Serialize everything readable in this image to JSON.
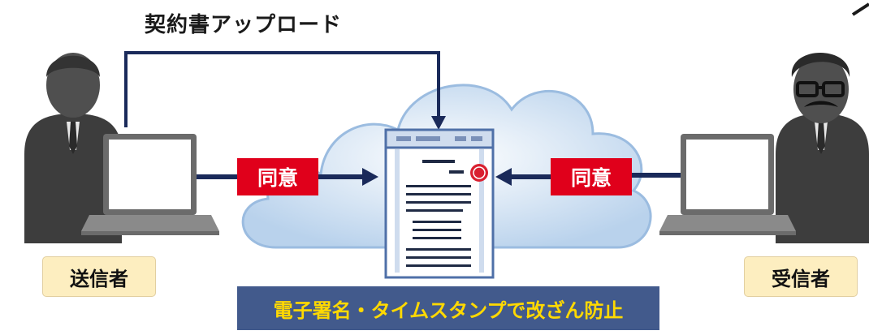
{
  "diagram": {
    "upload_label": "契約書アップロード",
    "agree_left": "同意",
    "agree_right": "同意",
    "sender_label": "送信者",
    "receiver_label": "受信者",
    "banner_text": "電子署名・タイムスタンプで改ざん防止"
  },
  "colors": {
    "line": "#1a2a5a",
    "agree_bg": "#e0001b",
    "role_bg": "#fdeec0",
    "banner_bg": "#425a8c",
    "banner_text": "#ffd900",
    "cloud": "#cfe0f2",
    "person": "#4a4a4a"
  }
}
